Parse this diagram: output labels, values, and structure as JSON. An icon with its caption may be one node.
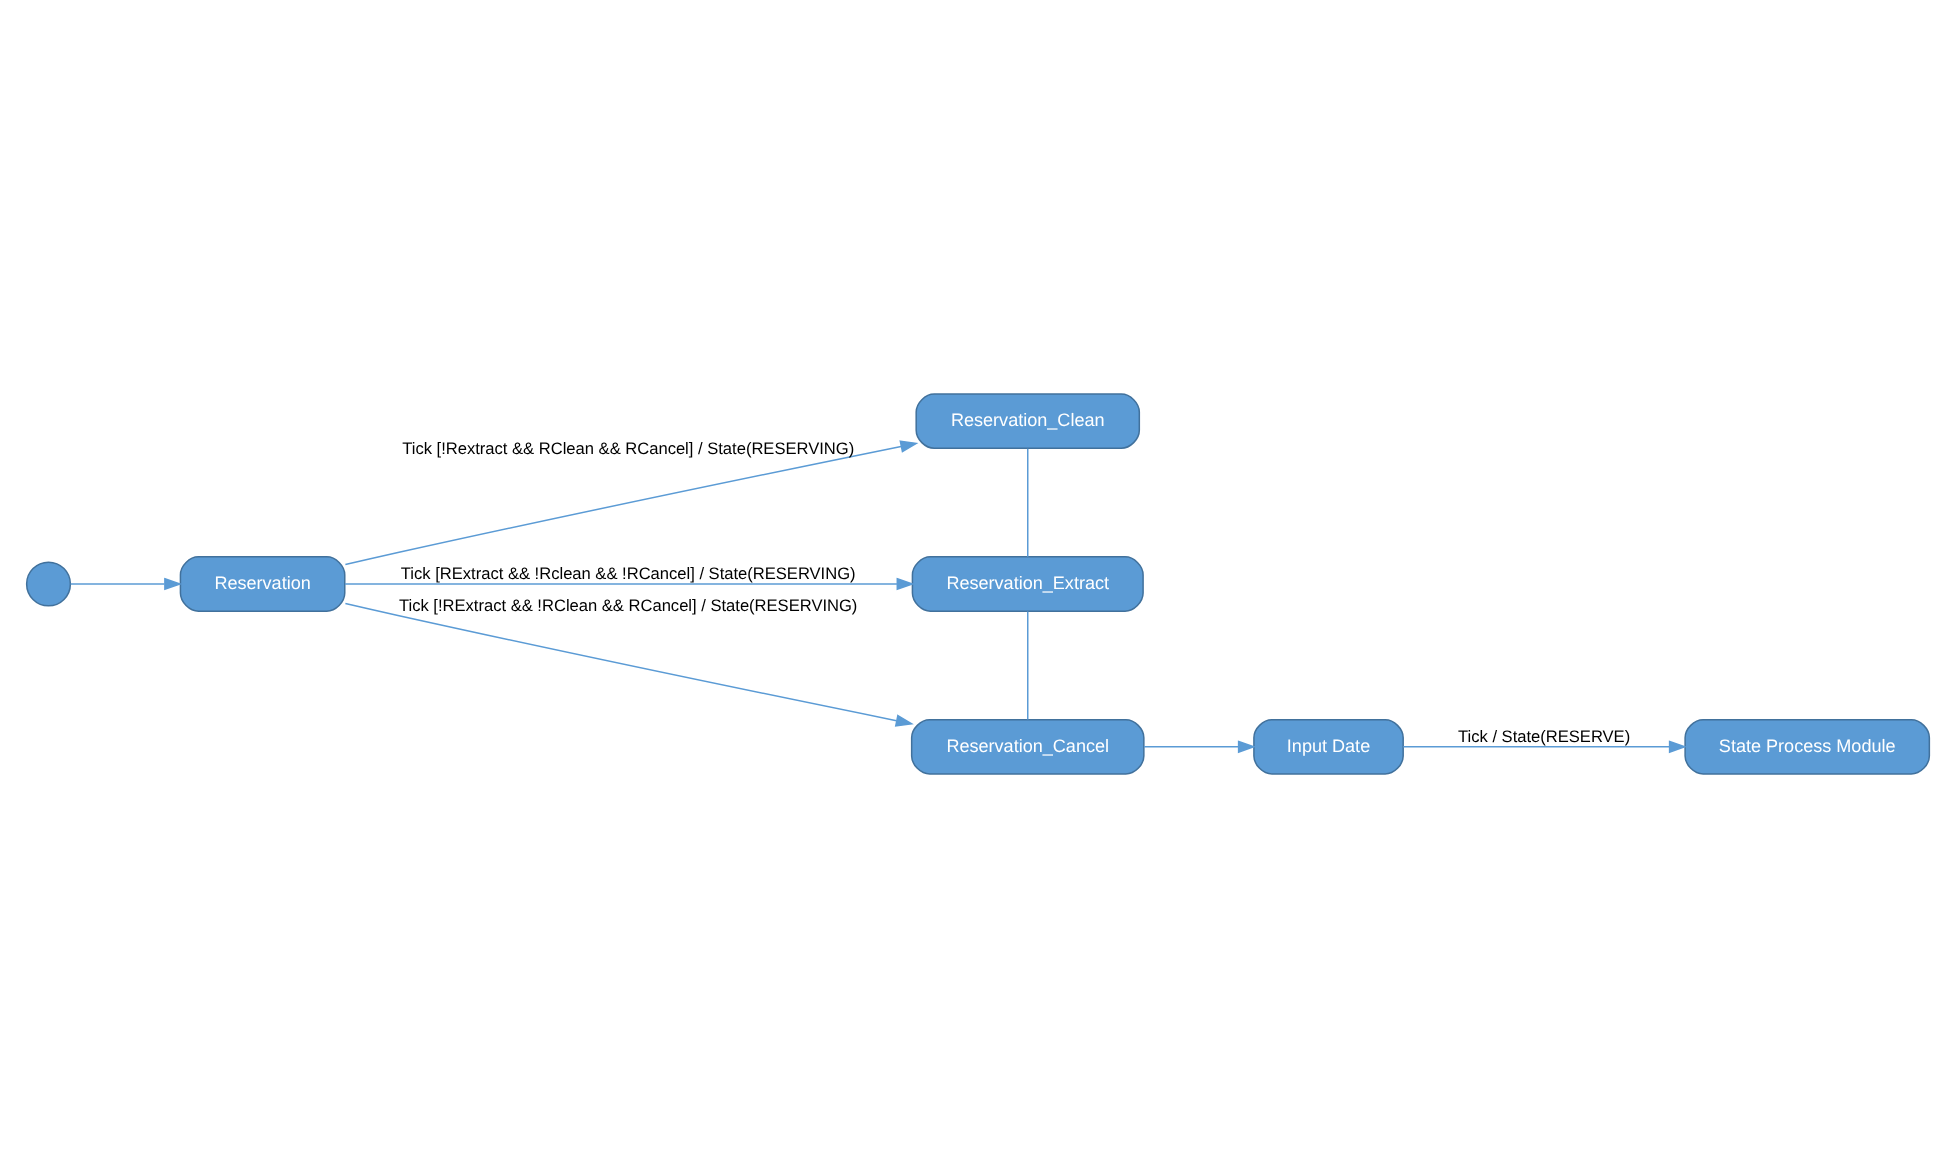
{
  "diagram": {
    "nodes": [
      {
        "text": [],
        "shape": "circle"
      },
      {
        "text": [
          "Reservation"
        ]
      },
      {
        "text": [
          "Reservation_Clean"
        ]
      },
      {
        "text": [
          "Reservation_Extract"
        ]
      },
      {
        "text": [
          "Reservation_Cancel"
        ]
      },
      {
        "text": [
          "Input Date"
        ]
      },
      {
        "text": [
          "State Process Module"
        ]
      }
    ],
    "edges": [
      {
        "from": 0,
        "to": 1,
        "arrow": "to"
      },
      {
        "from": 1,
        "to": 2,
        "arrow": "to",
        "label": "Tick [!Rextract && RClean && RCancel] / State(RESERVING)"
      },
      {
        "from": 1,
        "to": 3,
        "arrow": "to",
        "label": "Tick [RExtract && !Rclean && !RCancel] / State(RESERVING)"
      },
      {
        "from": 1,
        "to": 4,
        "arrow": "to",
        "label": "Tick [!RExtract && !RClean && RCancel] / State(RESERVING)"
      },
      {
        "from": 2,
        "to": 3,
        "arrow": "none"
      },
      {
        "from": 3,
        "to": 4,
        "arrow": "none"
      },
      {
        "from": 4,
        "to": 5,
        "arrow": "to"
      },
      {
        "from": 5,
        "to": 6,
        "arrow": "to",
        "label": "Tick / State(RESERVE)"
      }
    ]
  }
}
